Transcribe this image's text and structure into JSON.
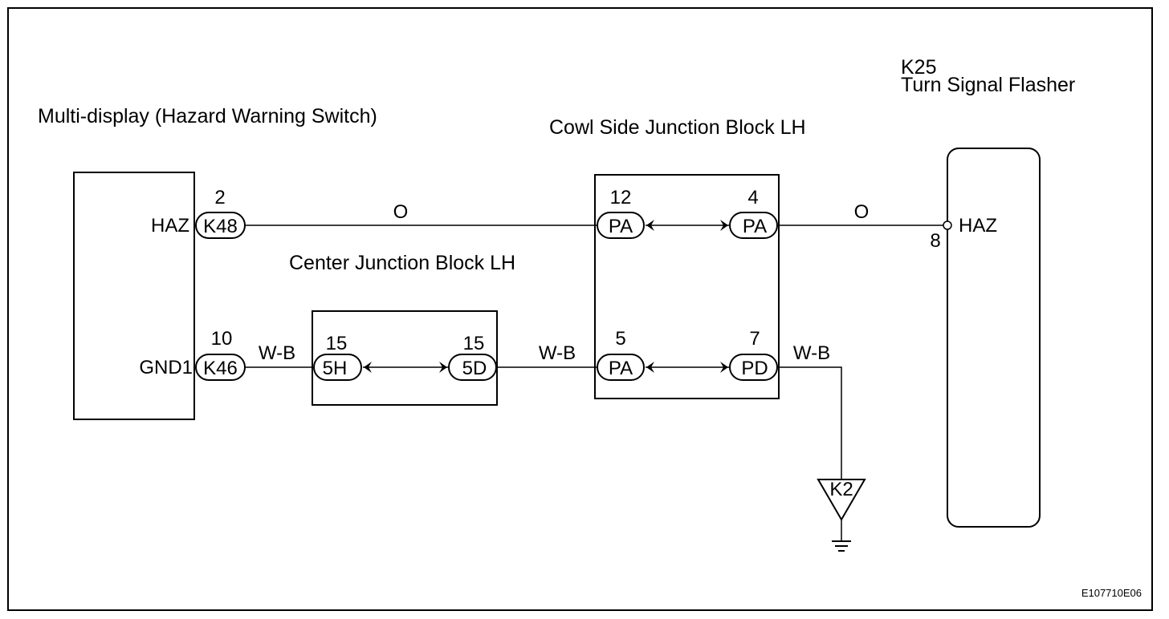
{
  "figure_id": "E107710E06",
  "components": {
    "multi_display": {
      "name": "Multi-display (Hazard Warning Switch)"
    },
    "center_jb": {
      "name": "Center Junction Block LH"
    },
    "cowl_jb": {
      "name": "Cowl Side Junction Block LH"
    },
    "flasher": {
      "code": "K25",
      "name": "Turn Signal Flasher"
    },
    "ground": {
      "code": "K2"
    }
  },
  "terminals": {
    "md_haz": {
      "label": "HAZ",
      "pin": "2",
      "connector": "K48"
    },
    "md_gnd": {
      "label": "GND1",
      "pin": "10",
      "connector": "K46"
    },
    "cj_in": {
      "pin": "15",
      "connector": "5H"
    },
    "cj_out": {
      "pin": "15",
      "connector": "5D"
    },
    "cw_top_in": {
      "pin": "12",
      "connector": "PA"
    },
    "cw_top_out": {
      "pin": "4",
      "connector": "PA"
    },
    "cw_bot_in": {
      "pin": "5",
      "connector": "PA"
    },
    "cw_bot_out": {
      "pin": "7",
      "connector": "PD"
    },
    "fl_haz": {
      "label": "HAZ",
      "pin": "8"
    }
  },
  "wires": {
    "haz_a": "O",
    "haz_b": "O",
    "gnd_a": "W-B",
    "gnd_b": "W-B",
    "gnd_c": "W-B"
  }
}
